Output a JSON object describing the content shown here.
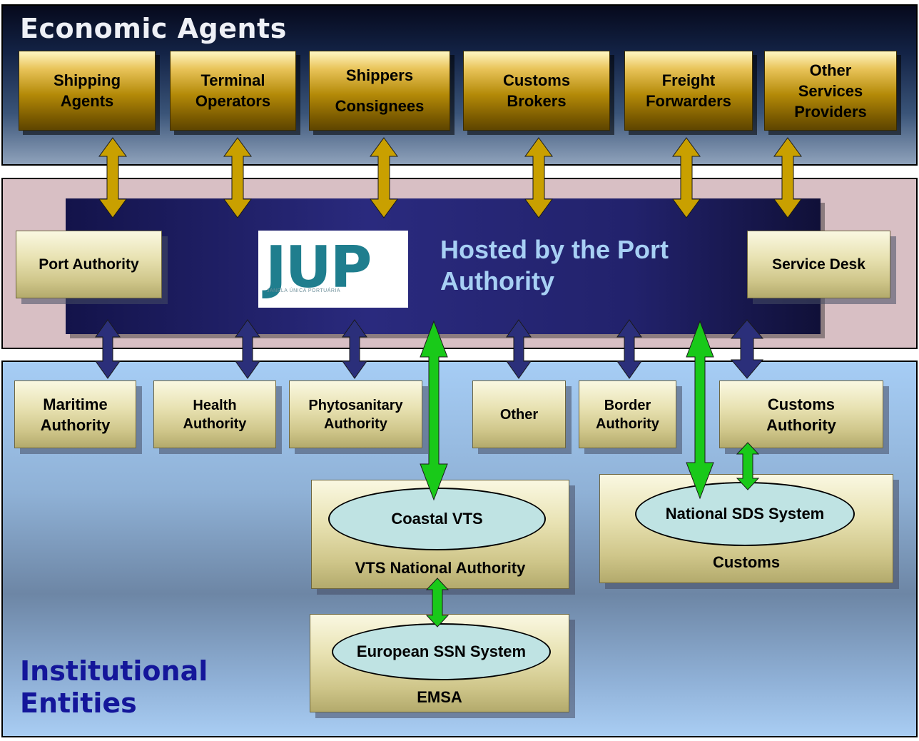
{
  "economic_agents": {
    "title": "Economic Agents",
    "boxes": [
      {
        "label": "Shipping\nAgents"
      },
      {
        "label": "Terminal\nOperators"
      },
      {
        "label": "Shippers\nConsignees"
      },
      {
        "label": "Customs\nBrokers"
      },
      {
        "label": "Freight\nForwarders"
      },
      {
        "label": "Other\nServices\nProviders"
      }
    ]
  },
  "hub": {
    "logo_text": "JUP",
    "logo_caption": "JANELA ÚNICA PORTUÁRIA",
    "hosted_text": "Hosted by the Port Authority",
    "left_box": "Port Authority",
    "right_box": "Service Desk"
  },
  "institutional": {
    "title": "Institutional Entities",
    "boxes": [
      {
        "label": "Maritime\nAuthority"
      },
      {
        "label": "Health\nAuthority"
      },
      {
        "label": "Phytosanitary\nAuthority"
      },
      {
        "label": "Other"
      },
      {
        "label": "Border\nAuthority"
      },
      {
        "label": "Customs\nAuthority"
      }
    ]
  },
  "systems": {
    "vts": {
      "ellipse": "Coastal VTS",
      "label": "VTS National Authority"
    },
    "emsa": {
      "ellipse": "European SSN System",
      "label": "EMSA"
    },
    "customs": {
      "ellipse": "National SDS System",
      "label": "Customs"
    }
  },
  "colors": {
    "gold_arrow": "#c9a000",
    "navy_arrow": "#2b2f7a",
    "green_arrow": "#19c919"
  }
}
